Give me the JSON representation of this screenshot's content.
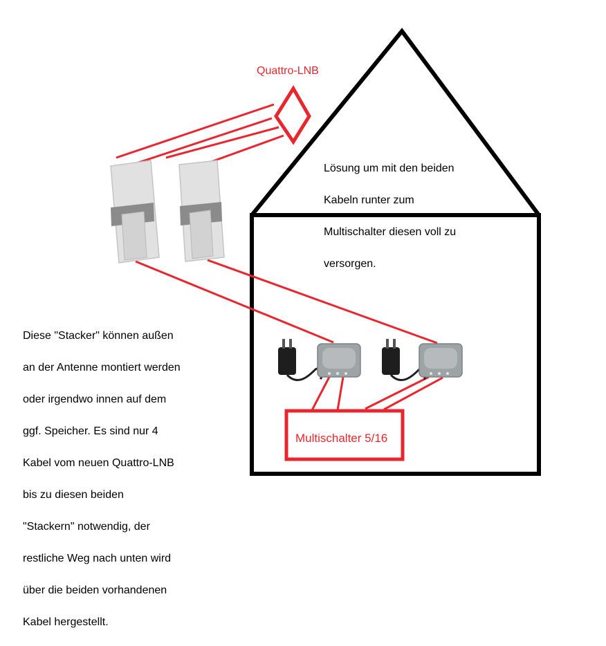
{
  "labels": {
    "quattro_lnb": "Quattro-LNB",
    "multischalter": "Multischalter 5/16"
  },
  "notes": {
    "roof_lines": [
      "Lösung um mit den beiden",
      "Kabeln runter zum",
      "Multischalter diesen voll zu",
      "versorgen."
    ],
    "stacker_lines": [
      "Diese \"Stacker\" können außen",
      "an der Antenne montiert werden",
      "oder irgendwo innen auf dem",
      "ggf. Speicher. Es sind nur 4",
      "Kabel vom neuen Quattro-LNB",
      "bis zu diesen beiden",
      "\"Stackern\" notwendig, der",
      "restliche Weg nach unten wird",
      "über die beiden vorhandenen",
      "Kabel hergestellt."
    ]
  },
  "colors": {
    "cable": "#e8262e",
    "house": "#000000",
    "device_body": "#e2e2e2",
    "device_clip": "#8a8a8a",
    "box_body": "#9ea3a6",
    "adapter": "#1e1e1e"
  }
}
